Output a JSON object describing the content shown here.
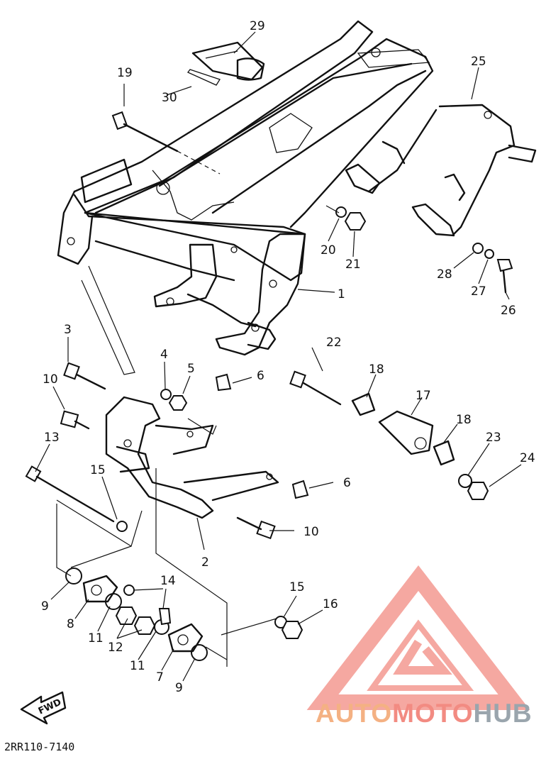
{
  "diagram": {
    "reference_code": "2RR110-7140",
    "direction_arrow": "FWD",
    "callouts": [
      "1",
      "2",
      "3",
      "4",
      "5",
      "6",
      "6",
      "7",
      "8",
      "9",
      "9",
      "10",
      "10",
      "11",
      "11",
      "12",
      "13",
      "14",
      "15",
      "15",
      "16",
      "17",
      "18",
      "18",
      "19",
      "20",
      "21",
      "22",
      "23",
      "24",
      "25",
      "26",
      "27",
      "28",
      "29",
      "30"
    ]
  },
  "watermark": {
    "brand_parts": [
      "AUTO",
      "MOTO",
      "HUB"
    ],
    "colors": {
      "auto": "#f4b183",
      "moto": "#f28b82",
      "hub": "#9aa5ad",
      "logo": "#f28b82"
    }
  }
}
